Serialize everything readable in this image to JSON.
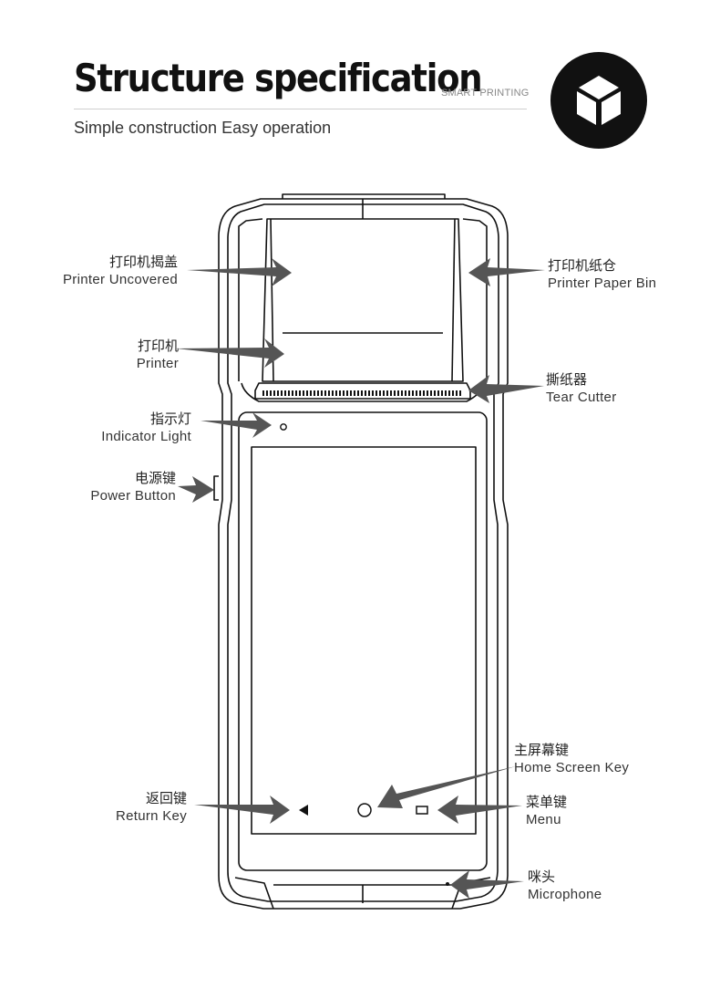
{
  "header": {
    "title": "Structure specification",
    "tag": "SMART PRINTING",
    "subtitle": "Simple construction Easy operation",
    "logo_icon": "cube-icon"
  },
  "colors": {
    "outline": "#111111",
    "arrow": "#555555",
    "logo_bg": "#111111"
  },
  "callouts": [
    {
      "id": "printer-uncovered",
      "zh": "打印机揭盖",
      "en": "Printer Uncovered"
    },
    {
      "id": "printer-paper-bin",
      "zh": "打印机纸仓",
      "en": "Printer Paper Bin"
    },
    {
      "id": "printer",
      "zh": "打印机",
      "en": "Printer"
    },
    {
      "id": "tear-cutter",
      "zh": "撕纸器",
      "en": "Tear Cutter"
    },
    {
      "id": "indicator-light",
      "zh": "指示灯",
      "en": "Indicator Light"
    },
    {
      "id": "power-button",
      "zh": "电源键",
      "en": "Power Button"
    },
    {
      "id": "home-screen-key",
      "zh": "主屏幕键",
      "en": "Home Screen Key"
    },
    {
      "id": "return-key",
      "zh": "返回键",
      "en": "Return Key"
    },
    {
      "id": "menu",
      "zh": "菜单键",
      "en": "Menu"
    },
    {
      "id": "microphone",
      "zh": "咪头",
      "en": "Microphone"
    }
  ]
}
